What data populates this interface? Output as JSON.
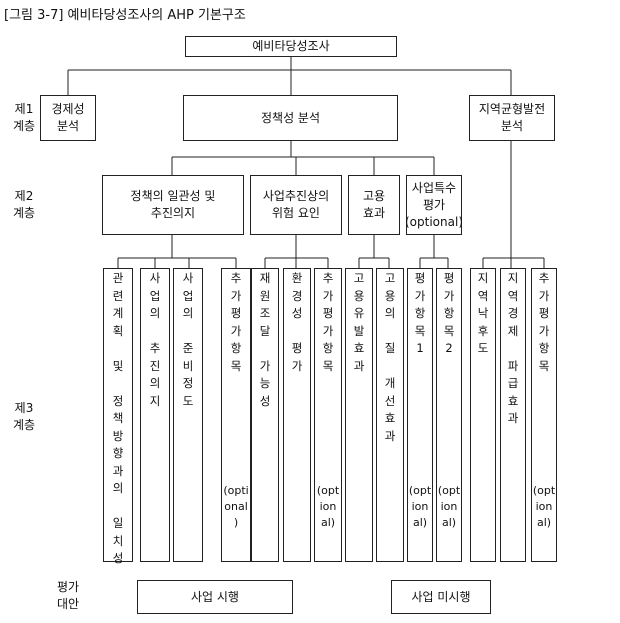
{
  "title": "[그림 3-7] 예비타당성조사의 AHP 기본구조",
  "levels": {
    "level1": "제1\n계층",
    "level2": "제2\n계층",
    "level3": "제3\n계층",
    "alternatives": "평가\n대안"
  },
  "root": "예비타당성조사",
  "tier1": {
    "economic": "경제성\n분석",
    "policy": "정책성 분석",
    "regional": "지역균형발전\n분석"
  },
  "tier2": {
    "consistency": "정책의 일관성 및\n추진의지",
    "risk": "사업추진상의\n위험 요인",
    "employment": "고용\n효과",
    "special": "사업특수\n평가\n(optional)"
  },
  "tier3": [
    {
      "text": "관\n련\n계\n획\n\n및\n\n정\n책\n방\n향\n과\n의\n\n일\n치\n성",
      "opt": ""
    },
    {
      "text": "사\n업\n의\n\n추\n진\n의\n지",
      "opt": ""
    },
    {
      "text": "사\n업\n의\n\n준\n비\n정\n도",
      "opt": ""
    },
    {
      "text": "추\n가\n평\n가\n항\n목",
      "opt": "(opti\nonal\n)"
    },
    {
      "text": "재\n원\n조\n달\n\n가\n능\n성",
      "opt": ""
    },
    {
      "text": "환\n경\n성\n\n평\n가",
      "opt": ""
    },
    {
      "text": "추\n가\n평\n가\n항\n목",
      "opt": "(opt\nion\nal)"
    },
    {
      "text": "고\n용\n유\n발\n효\n과",
      "opt": ""
    },
    {
      "text": "고\n용\n의\n\n질\n\n개\n선\n효\n과",
      "opt": ""
    },
    {
      "text": "평\n가\n항\n목\n1",
      "opt": "(opt\nion\nal)"
    },
    {
      "text": "평\n가\n항\n목\n2",
      "opt": "(opt\nion\nal)"
    },
    {
      "text": "지\n역\n낙\n후\n도",
      "opt": ""
    },
    {
      "text": "지\n역\n경\n제\n\n파\n급\n효\n과",
      "opt": ""
    },
    {
      "text": "추\n가\n평\n가\n항\n목",
      "opt": "(opt\nion\nal)"
    }
  ],
  "alternatives": {
    "implement": "사업 시행",
    "not_implement": "사업 미시행"
  }
}
